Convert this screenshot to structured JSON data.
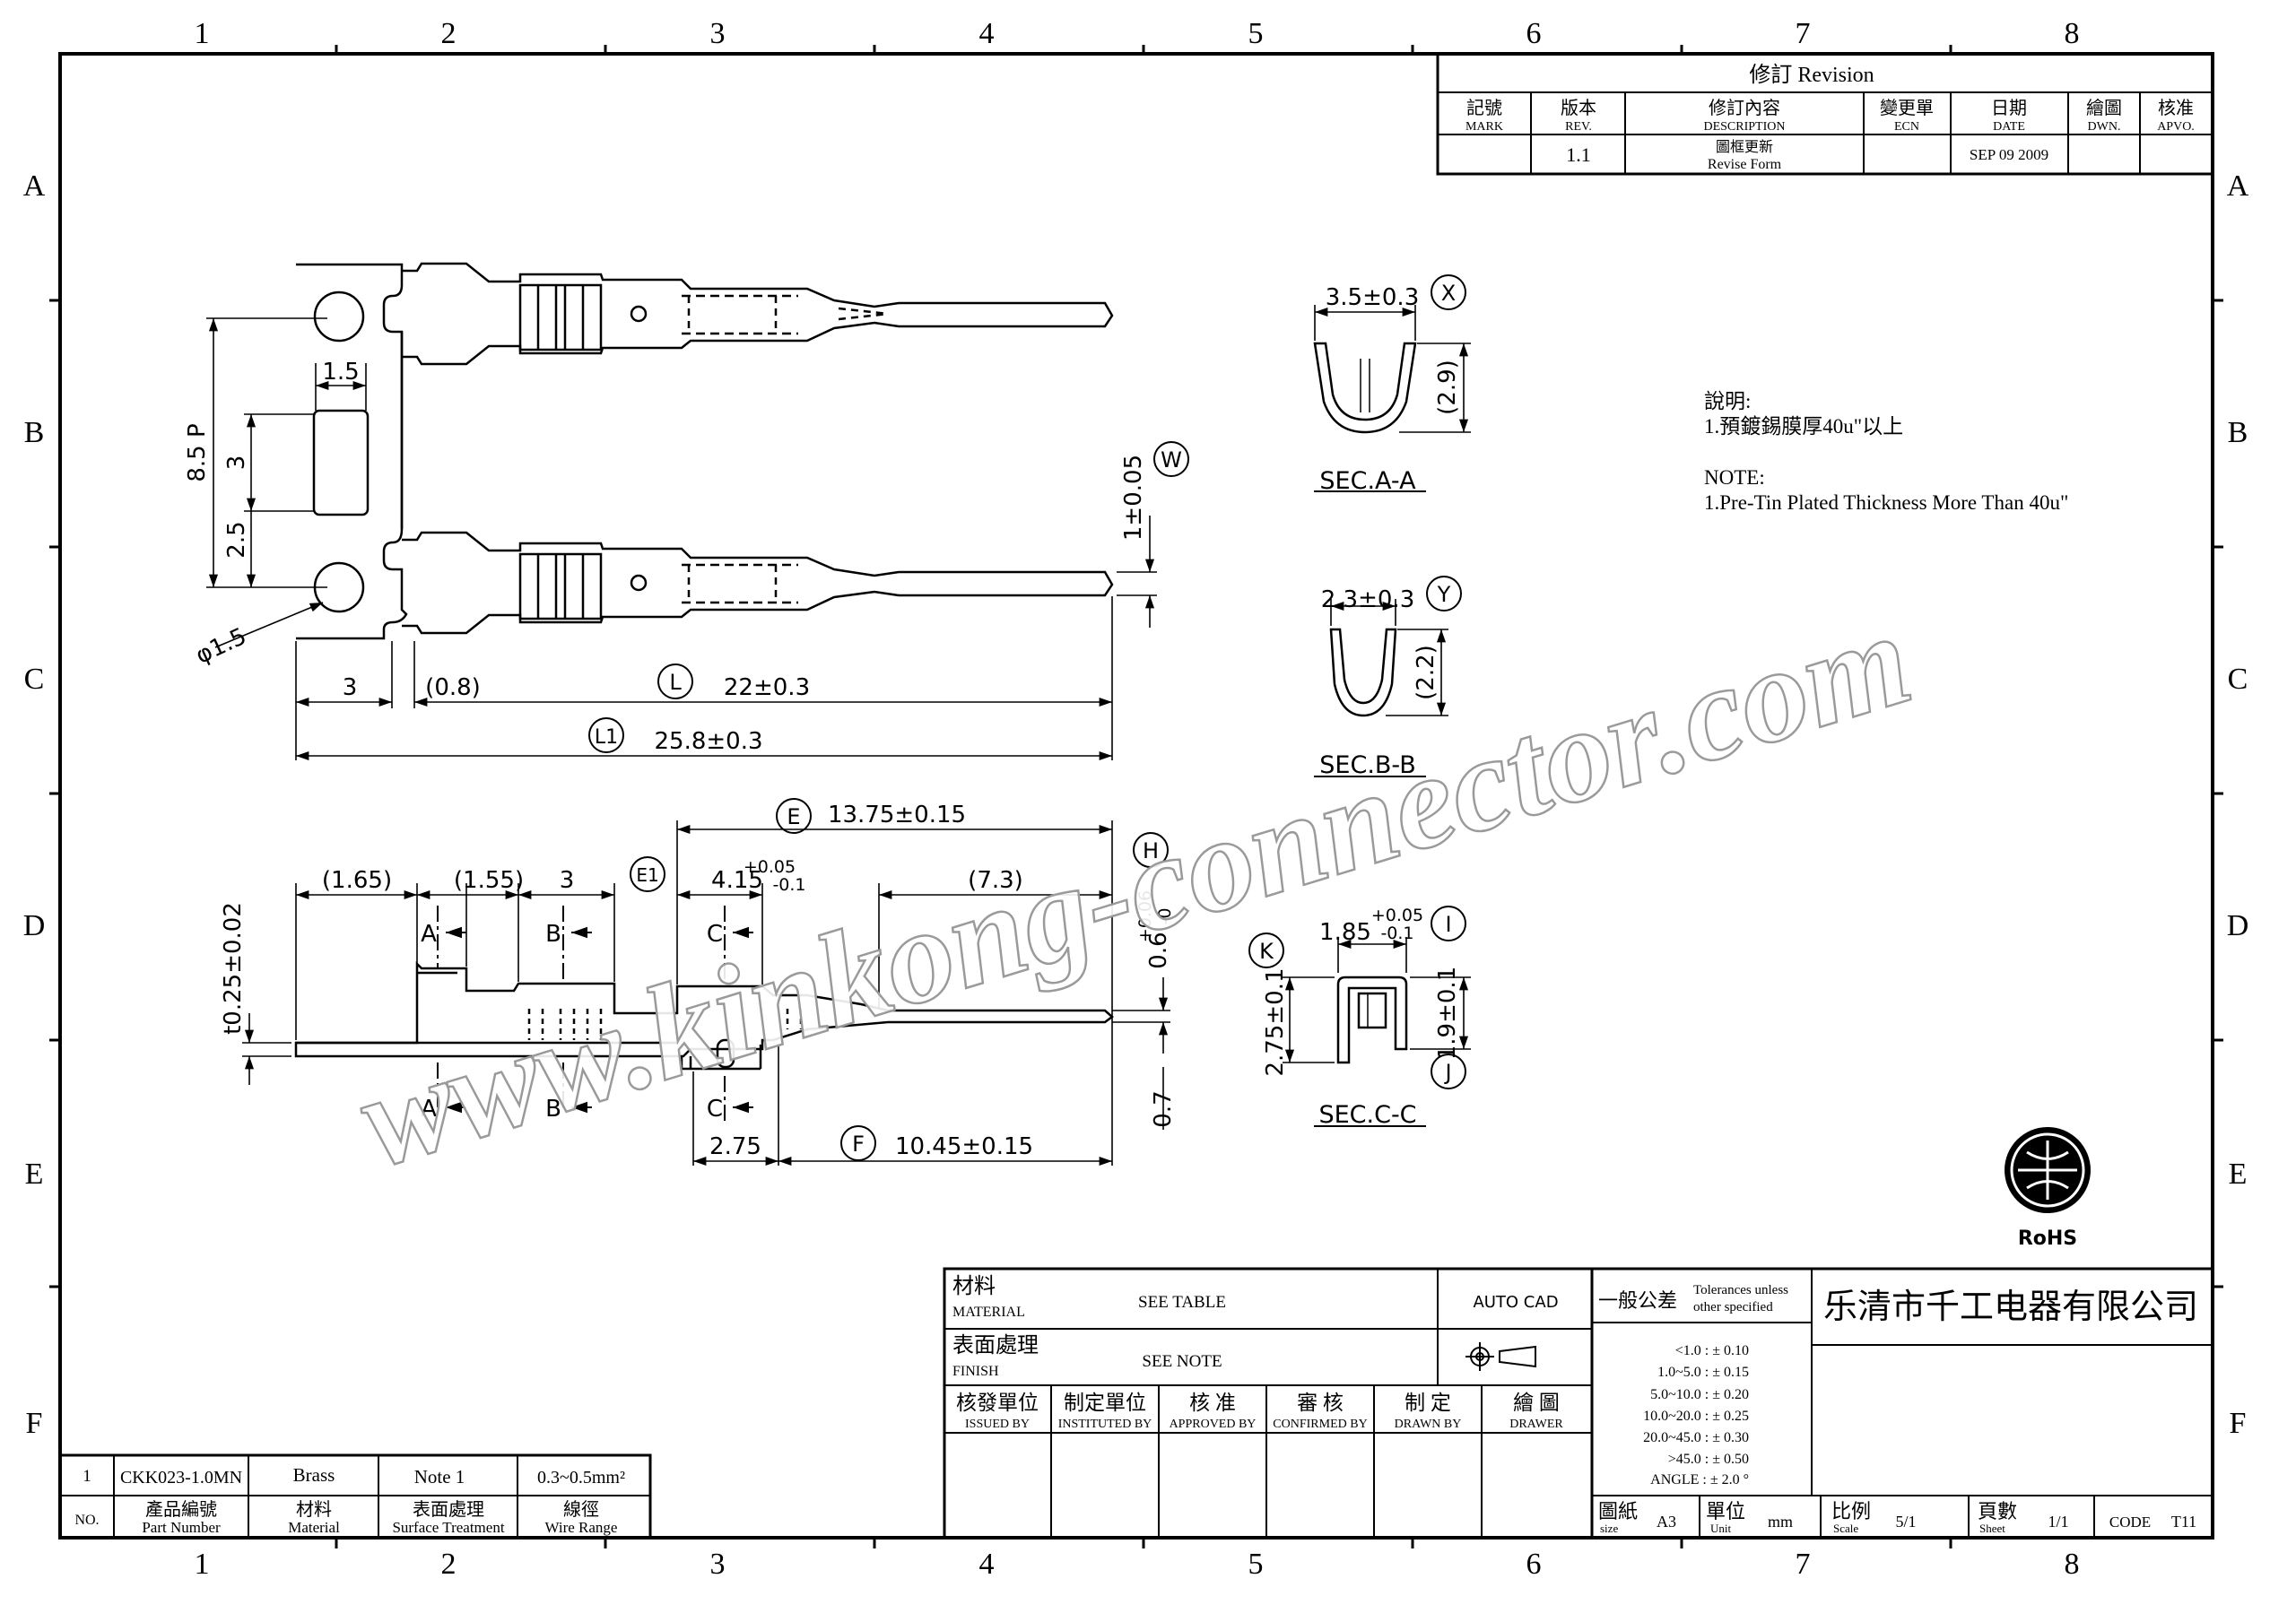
{
  "zones": {
    "cols": [
      "1",
      "2",
      "3",
      "4",
      "5",
      "6",
      "7",
      "8"
    ],
    "rows": [
      "A",
      "B",
      "C",
      "D",
      "E",
      "F"
    ]
  },
  "revision": {
    "title": "修訂 Revision",
    "headers": [
      {
        "zh": "記號",
        "en": "MARK"
      },
      {
        "zh": "版本",
        "en": "REV."
      },
      {
        "zh": "修訂內容",
        "en": "DESCRIPTION"
      },
      {
        "zh": "變更單",
        "en": "ECN"
      },
      {
        "zh": "日期",
        "en": "DATE"
      },
      {
        "zh": "繪圖",
        "en": "DWN."
      },
      {
        "zh": "核准",
        "en": "APVO."
      }
    ],
    "row": {
      "mark": "",
      "rev": "1.1",
      "desc_zh": "圖框更新",
      "desc_en": "Revise Form",
      "ecn": "",
      "date": "SEP 09 2009",
      "dwn": "",
      "apvo": ""
    }
  },
  "notes": {
    "zh_title": "說明:",
    "zh_line": "1.預鍍錫膜厚40u\"以上",
    "en_title": "NOTE:",
    "en_line": "1.Pre-Tin Plated Thickness More Than 40u\""
  },
  "watermark": "www.kinkong-connector.com",
  "top_view": {
    "dim_15": "1.5",
    "dim_85p": "8.5 P",
    "dim_3": "3",
    "dim_25": "2.5",
    "dim_phi": "φ1.5",
    "dim_3b": "3",
    "dim_08": "(0.8)",
    "dim_L_tag": "L",
    "dim_L": "22±0.3",
    "dim_L1_tag": "L1",
    "dim_L1": "25.8±0.3",
    "dim_W_tag": "W",
    "dim_W": "1±0.05"
  },
  "side_view": {
    "d165": "(1.65)",
    "d155": "(1.55)",
    "d3": "3",
    "E_tag": "E",
    "E": "13.75±0.15",
    "E1_tag": "E1",
    "E1": "4.15",
    "E1_tol_up": "+0.05",
    "E1_tol_dn": "-0.1",
    "d73": "(7.3)",
    "H_tag": "H",
    "H": "0.6",
    "H_tol_up": "+0.06",
    "H_tol_dn": "-0",
    "t": "t0.25±0.02",
    "d07": "0.7",
    "d275": "2.75",
    "F_tag": "F",
    "F": "10.45±0.15",
    "secA": "A",
    "secB": "B",
    "secC": "C"
  },
  "sections": {
    "a_title": "SEC.A-A",
    "a_X_tag": "X",
    "a_X": "3.5±0.3",
    "a_h": "(2.9)",
    "b_title": "SEC.B-B",
    "b_Y_tag": "Y",
    "b_Y": "2.3±0.3",
    "b_h": "(2.2)",
    "c_title": "SEC.C-C",
    "c_I_tag": "I",
    "c_I": "1.85",
    "c_I_tol_up": "+0.05",
    "c_I_tol_dn": "-0.1",
    "c_K_tag": "K",
    "c_K": "2.75±0.1",
    "c_J_tag": "J",
    "c_J": "1.9±0.1"
  },
  "rohs": "RoHS",
  "title_block": {
    "material_zh": "材料",
    "material_en": "MATERIAL",
    "material_val": "SEE  TABLE",
    "finish_zh": "表面處理",
    "finish_en": "FINISH",
    "finish_val": "SEE  NOTE",
    "auto_cad": "AUTO   CAD",
    "signoff": [
      {
        "zh": "核發單位",
        "en": "ISSUED BY"
      },
      {
        "zh": "制定單位",
        "en": "INSTITUTED BY"
      },
      {
        "zh": "核 准",
        "en": "APPROVED BY"
      },
      {
        "zh": "審 核",
        "en": "CONFIRMED BY"
      },
      {
        "zh": "制 定",
        "en": "DRAWN BY"
      },
      {
        "zh": "繪 圖",
        "en": "DRAWER"
      }
    ],
    "tol_zh": "一般公差",
    "tol_en1": "Tolerances unless",
    "tol_en2": "other specified",
    "tol_rows": [
      "<1.0 : ± 0.10",
      "1.0~5.0 : ± 0.15",
      "5.0~10.0 : ± 0.20",
      "10.0~20.0 : ± 0.25",
      "20.0~45.0 : ± 0.30",
      ">45.0 : ± 0.50",
      "ANGLE : ± 2.0 °"
    ],
    "company": "乐清市千工电器有限公司",
    "size_zh": "圖紙",
    "size_en": "size",
    "size_val": "A3",
    "unit_zh": "單位",
    "unit_en": "Unit",
    "unit_val": "mm",
    "scale_zh": "比例",
    "scale_en": "Scale",
    "scale_val": "5/1",
    "sheet_zh": "頁數",
    "sheet_en": "Sheet",
    "sheet_val": "1/1",
    "code_label": "CODE",
    "code_val": "T11"
  },
  "parts_list": {
    "row": {
      "no": "1",
      "part": "CKK023-1.0MN",
      "material": "Brass",
      "surface": "Note 1",
      "wire": "0.3~0.5mm²"
    },
    "headers": [
      {
        "zh": "",
        "en": "NO."
      },
      {
        "zh": "產品編號",
        "en": "Part Number"
      },
      {
        "zh": "材料",
        "en": "Material"
      },
      {
        "zh": "表面處理",
        "en": "Surface Treatment"
      },
      {
        "zh": "線徑",
        "en": "Wire Range"
      }
    ]
  }
}
